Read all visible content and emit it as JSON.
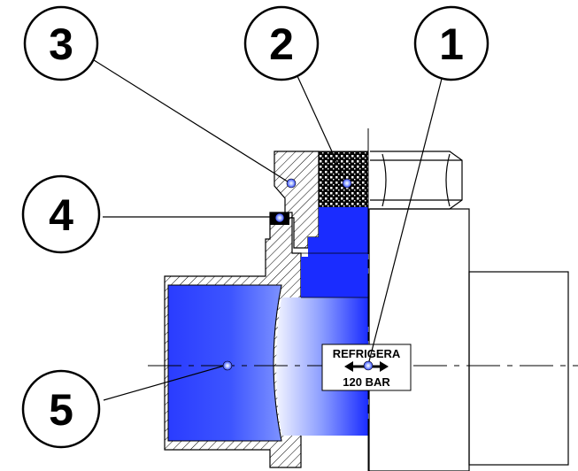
{
  "callouts": [
    {
      "id": "1",
      "label": "1"
    },
    {
      "id": "2",
      "label": "2"
    },
    {
      "id": "3",
      "label": "3"
    },
    {
      "id": "4",
      "label": "4"
    },
    {
      "id": "5",
      "label": "5"
    }
  ],
  "refrigerant_label": {
    "line1": "REFRIGERA",
    "line2": "120 BAR"
  },
  "colors": {
    "fluid_blue": "#1a2cff",
    "outline": "#000000",
    "marker": "#7f9bff"
  }
}
